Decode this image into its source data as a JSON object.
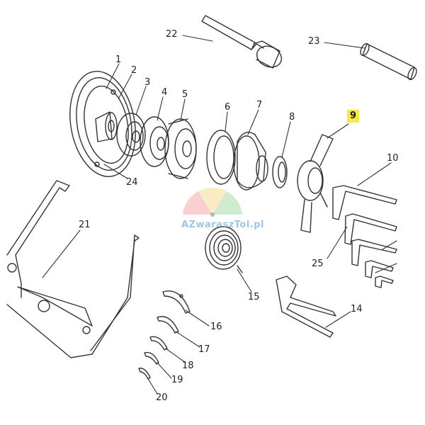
{
  "watermark": {
    "text": "AZwaraszTol.pl"
  },
  "callouts": {
    "c1": "1",
    "c2": "2",
    "c3": "3",
    "c4": "4",
    "c5": "5",
    "c6": "6",
    "c7": "7",
    "c8": "8",
    "c9": "9",
    "c10": "10",
    "c14": "14",
    "c15": "15",
    "c16": "16",
    "c17": "17",
    "c18": "18",
    "c19": "19",
    "c20": "20",
    "c21": "21",
    "c22": "22",
    "c23": "23",
    "c24": "24",
    "c25": "25"
  },
  "colors": {
    "line": "#333333",
    "highlight": "#f5e94a"
  }
}
